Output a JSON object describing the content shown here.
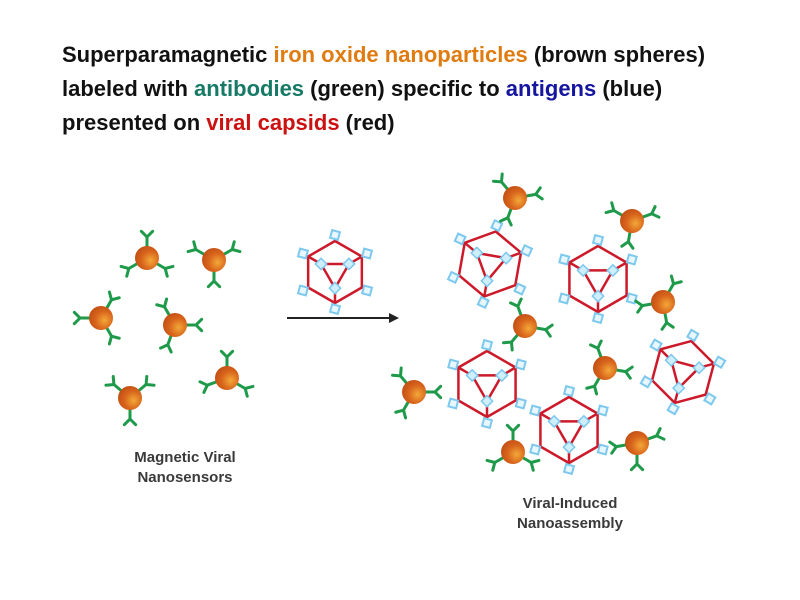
{
  "title": {
    "segments": [
      {
        "text": "Superparamagnetic ",
        "color": "#111111"
      },
      {
        "text": "iron oxide nanoparticles",
        "color": "#e07b10"
      },
      {
        "text": " (brown spheres) labeled with ",
        "color": "#111111"
      },
      {
        "text": "antibodies",
        "color": "#167a66"
      },
      {
        "text": " (green) specific to ",
        "color": "#111111"
      },
      {
        "text": "antigens",
        "color": "#1515a0"
      },
      {
        "text": " (blue) presented on ",
        "color": "#111111"
      },
      {
        "text": "viral capsids",
        "color": "#cc1111"
      },
      {
        "text": " (red)",
        "color": "#111111"
      }
    ]
  },
  "labels": {
    "left_line1": "Magnetic Viral",
    "left_line2": "Nanosensors",
    "right_line1": "Viral-Induced",
    "right_line2": "Nanoassembly"
  },
  "colors": {
    "sphere": "#d2601a",
    "sphere_highlight": "#f0a030",
    "antibody": "#1e9a4a",
    "capsid": "#cc1a2a",
    "antigen": "#7cc8ee",
    "arrow": "#222222"
  }
}
